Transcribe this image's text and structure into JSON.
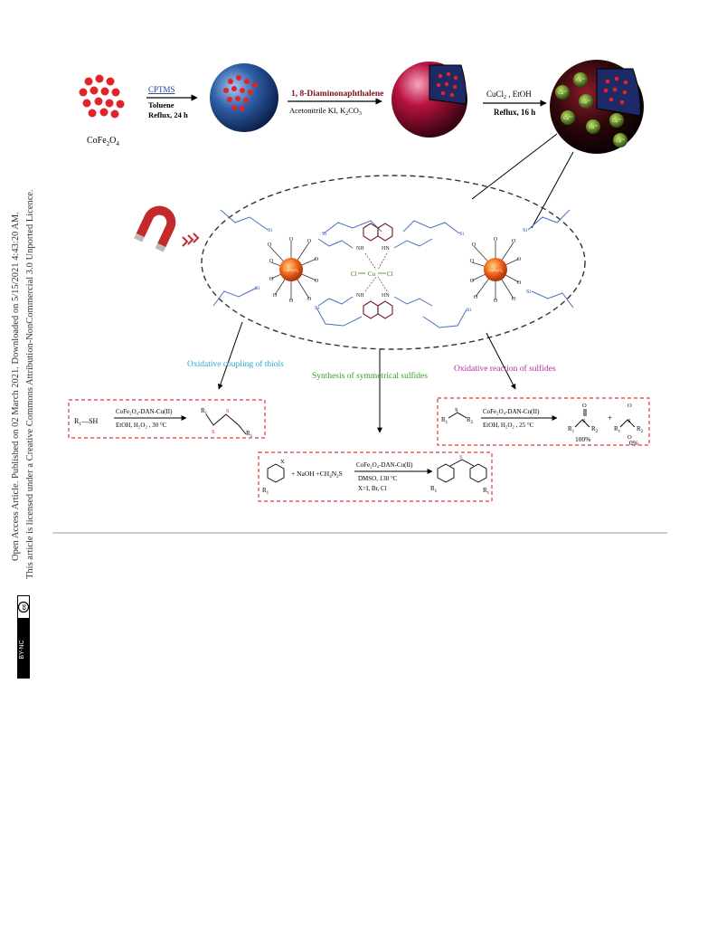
{
  "sidebar": {
    "line1": "Open Access Article. Published on 02 March 2021. Downloaded on 5/15/2021 4:43:20 AM.",
    "line2": "This article is licensed under a Creative Commons Attribution-NonCommercial 3.0 Unported Licence.",
    "cc_label": "cc",
    "license_badge": "BY-NC"
  },
  "figure": {
    "start_material": "CoFe",
    "start_sub1": "2",
    "start_mid": "O",
    "start_sub2": "4",
    "step1": {
      "reagent": "CPTMS",
      "solvent": "Toluene",
      "condition": "Reflux, 24 h"
    },
    "step2": {
      "reagent": "1, 8-Diaminonaphthalene",
      "solvent": "Acetonitrile KI, K",
      "solvent_sub": "2",
      "solvent_end": "CO",
      "solvent_sub2": "3"
    },
    "step3": {
      "reagent": "CuCl",
      "reagent_sub": "2",
      "reagent_end": " , EtOH",
      "condition": "Reflux, 16 h"
    },
    "cu_label": "Cu",
    "cu_charge": "+2",
    "structure": {
      "core_label": "CoFe₂O₄",
      "si": "Si",
      "o": "O",
      "nh": "NH",
      "hn": "HN",
      "cu_center": "Cu",
      "cl": "Cl"
    },
    "branches": {
      "left": "Oxidative coupling of thiols",
      "middle": "Synthesis of symmetrical sulfides",
      "right": "Oxidative reaction of sulfides"
    },
    "colors": {
      "left": "#2aa9d6",
      "middle": "#3a9a2a",
      "right": "#b0309a",
      "dashed_box": "#e0393a"
    },
    "reaction_left": {
      "reactant": "R",
      "reactant_sub": "1",
      "reactant_end": "—SH",
      "catalyst": "CoFe₂O₄-DAN-Cu(II)",
      "conditions": "EtOH, H₂O₂ , 30 °C",
      "product_r": "R",
      "product_sub": "1",
      "s": "S"
    },
    "reaction_middle": {
      "x": "X",
      "plus1": "+ NaOH +CH",
      "plus1_sub": "4",
      "plus1_end": "N",
      "plus1_sub2": "2",
      "plus1_s": "S",
      "catalyst": "CoFe₂O₄-DAN-Cu(II)",
      "conditions": "DMSO, 130 °C",
      "halides": "X=I, Br, Cl",
      "r": "R",
      "r_sub": "1",
      "s": "S"
    },
    "reaction_right": {
      "reactant_r1": "R",
      "reactant_r2": "R",
      "sub1": "1",
      "sub2": "2",
      "s": "S",
      "catalyst": "CoFe₂O₄-DAN-Cu(II)",
      "conditions": "EtOH, H₂O₂ , 25 °C",
      "o": "O",
      "yield1": "100%",
      "plus": "+",
      "yield2": "0%"
    }
  }
}
